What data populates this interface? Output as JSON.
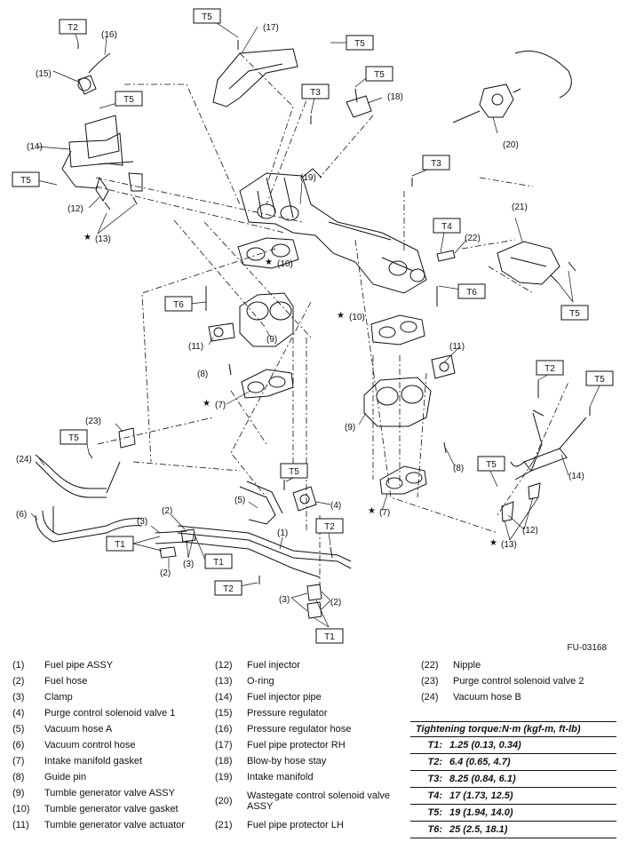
{
  "figure_code": "FU-03168",
  "callouts": {
    "T1": "T1",
    "T2": "T2",
    "T3": "T3",
    "T4": "T4",
    "T5": "T5",
    "T6": "T6",
    "n1": "(1)",
    "n2": "(2)",
    "n3": "(3)",
    "n4": "(4)",
    "n5": "(5)",
    "n6": "(6)",
    "n7": "(7)",
    "n8": "(8)",
    "n9": "(9)",
    "n10": "(10)",
    "n11": "(11)",
    "n12": "(12)",
    "n13": "(13)",
    "n14": "(14)",
    "n15": "(15)",
    "n16": "(16)",
    "n17": "(17)",
    "n18": "(18)",
    "n19": "(19)",
    "n20": "(20)",
    "n21": "(21)",
    "n22": "(22)",
    "n23": "(23)",
    "n24": "(24)",
    "star": "★"
  },
  "legend": {
    "col1": [
      {
        "num": "(1)",
        "name": "Fuel pipe ASSY"
      },
      {
        "num": "(2)",
        "name": "Fuel hose"
      },
      {
        "num": "(3)",
        "name": "Clamp"
      },
      {
        "num": "(4)",
        "name": "Purge control solenoid valve 1"
      },
      {
        "num": "(5)",
        "name": "Vacuum hose A"
      },
      {
        "num": "(6)",
        "name": "Vacuum control hose"
      },
      {
        "num": "(7)",
        "name": "Intake manifold gasket"
      },
      {
        "num": "(8)",
        "name": "Guide pin"
      },
      {
        "num": "(9)",
        "name": "Tumble generator valve ASSY"
      },
      {
        "num": "(10)",
        "name": "Tumble generator valve gasket"
      },
      {
        "num": "(11)",
        "name": "Tumble generator valve actuator"
      }
    ],
    "col2": [
      {
        "num": "(12)",
        "name": "Fuel injector"
      },
      {
        "num": "(13)",
        "name": "O-ring"
      },
      {
        "num": "(14)",
        "name": "Fuel injector pipe"
      },
      {
        "num": "(15)",
        "name": "Pressure regulator"
      },
      {
        "num": "(16)",
        "name": "Pressure regulator hose"
      },
      {
        "num": "(17)",
        "name": "Fuel pipe protector RH"
      },
      {
        "num": "(18)",
        "name": "Blow-by hose stay"
      },
      {
        "num": "(19)",
        "name": "Intake manifold"
      },
      {
        "num": "(20)",
        "name": "Wastegate control solenoid valve ASSY"
      },
      {
        "num": "(21)",
        "name": "Fuel pipe protector LH"
      }
    ],
    "col3": [
      {
        "num": "(22)",
        "name": "Nipple"
      },
      {
        "num": "(23)",
        "name": "Purge control solenoid valve 2"
      },
      {
        "num": "(24)",
        "name": "Vacuum hose B"
      }
    ]
  },
  "torque": {
    "title": "Tightening torque:N·m (kgf-m, ft-lb)",
    "rows": [
      {
        "key": "T1:",
        "value": "1.25 (0.13, 0.34)"
      },
      {
        "key": "T2:",
        "value": "6.4 (0.65, 4.7)"
      },
      {
        "key": "T3:",
        "value": "8.25 (0.84, 6.1)"
      },
      {
        "key": "T4:",
        "value": "17 (1.73, 12.5)"
      },
      {
        "key": "T5:",
        "value": "19 (1.94, 14.0)"
      },
      {
        "key": "T6:",
        "value": "25 (2.5, 18.1)"
      }
    ]
  }
}
